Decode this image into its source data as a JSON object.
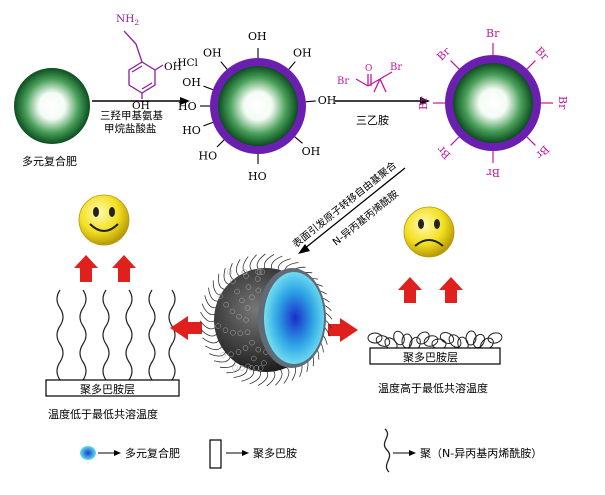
{
  "labels": {
    "fertilizer_core": "多元复合肥",
    "reagent_1": "三羟甲基氨基\n甲烷盐酸盐",
    "reagent_2": "三乙胺",
    "reaction_arrow": "表面引发原子转移自由基聚合\nN-异丙基丙烯酰胺",
    "layer_left": "聚多巴胺层",
    "layer_right": "聚多巴胺层",
    "caption_left": "温度低于最低共溶温度",
    "caption_right": "温度高于最低共溶温度"
  },
  "chemistry": {
    "nh2": "NH",
    "nh2_sub": "2",
    "hcl": "·HCl",
    "oh": "OH",
    "ho": "HO",
    "br": "Br"
  },
  "legend": {
    "core": "多元复合肥",
    "layer": "聚多巴胺",
    "polymer": "聚（N-异丙基丙烯酰胺）"
  },
  "colors": {
    "core_green": "#0f6b2c",
    "shell_purple": "#6b1fb0",
    "magenta": "#c0179e",
    "arrow_red": "#e0201c",
    "smile_yellow": "#f5e21c"
  }
}
